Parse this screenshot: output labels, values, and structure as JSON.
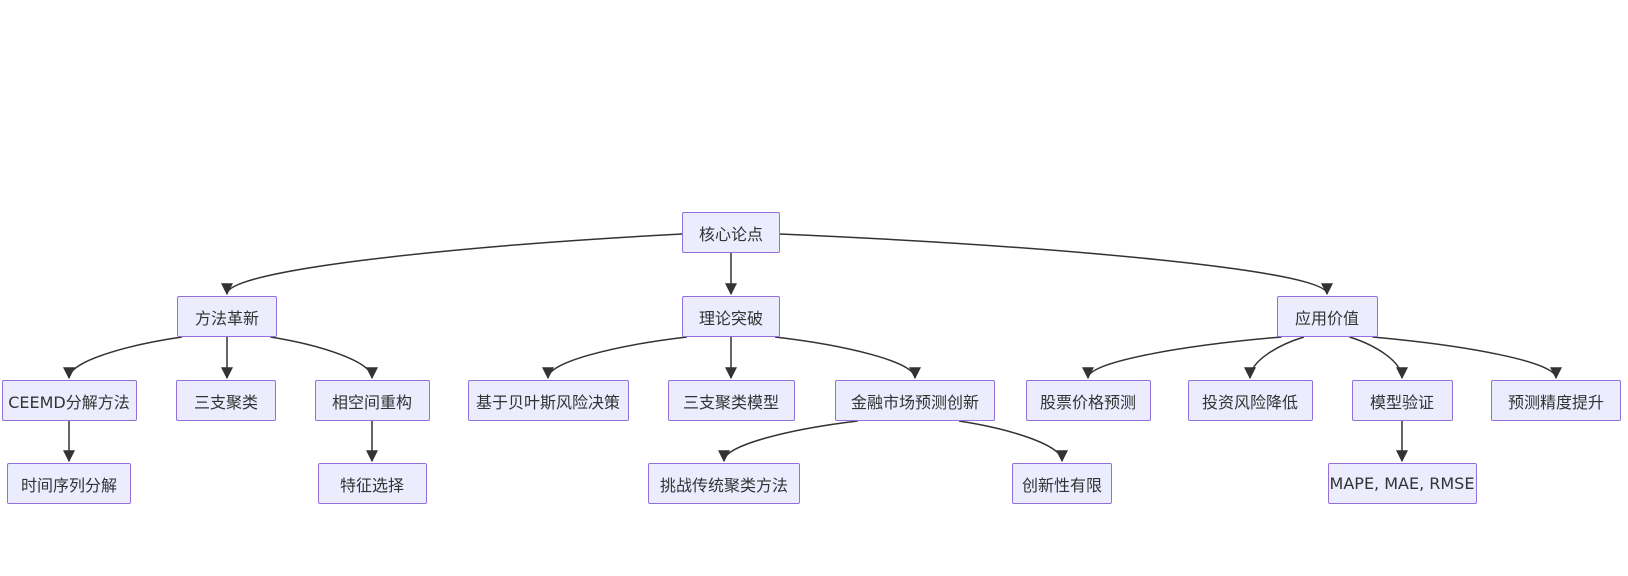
{
  "diagram": {
    "type": "flowchart",
    "direction": "top-down",
    "title": "核心论点",
    "style": {
      "background": "#ffffff",
      "node_fill": "#ECECFF",
      "node_border": "#9370DB",
      "edge_color": "#333333",
      "text_color": "#333333"
    },
    "nodes": [
      {
        "id": "core",
        "label": "核心论点"
      },
      {
        "id": "method",
        "label": "方法革新"
      },
      {
        "id": "theory",
        "label": "理论突破"
      },
      {
        "id": "value",
        "label": "应用价值"
      },
      {
        "id": "ceemd",
        "label": "CEEMD分解方法"
      },
      {
        "id": "three",
        "label": "三支聚类"
      },
      {
        "id": "phase",
        "label": "相空间重构"
      },
      {
        "id": "bayes",
        "label": "基于贝叶斯风险决策"
      },
      {
        "id": "threemodel",
        "label": "三支聚类模型"
      },
      {
        "id": "finance",
        "label": "金融市场预测创新"
      },
      {
        "id": "stock",
        "label": "股票价格预测"
      },
      {
        "id": "invest",
        "label": "投资风险降低"
      },
      {
        "id": "model",
        "label": "模型验证"
      },
      {
        "id": "precision",
        "label": "预测精度提升"
      },
      {
        "id": "timeseries",
        "label": "时间序列分解"
      },
      {
        "id": "feature",
        "label": "特征选择"
      },
      {
        "id": "challenge",
        "label": "挑战传统聚类方法"
      },
      {
        "id": "limited",
        "label": "创新性有限"
      },
      {
        "id": "mape",
        "label": "MAPE, MAE, RMSE"
      }
    ],
    "edges": [
      {
        "from": "core",
        "to": "method"
      },
      {
        "from": "core",
        "to": "theory"
      },
      {
        "from": "core",
        "to": "value"
      },
      {
        "from": "method",
        "to": "ceemd"
      },
      {
        "from": "method",
        "to": "three"
      },
      {
        "from": "method",
        "to": "phase"
      },
      {
        "from": "theory",
        "to": "bayes"
      },
      {
        "from": "theory",
        "to": "threemodel"
      },
      {
        "from": "theory",
        "to": "finance"
      },
      {
        "from": "value",
        "to": "stock"
      },
      {
        "from": "value",
        "to": "invest"
      },
      {
        "from": "value",
        "to": "model"
      },
      {
        "from": "value",
        "to": "precision"
      },
      {
        "from": "ceemd",
        "to": "timeseries"
      },
      {
        "from": "phase",
        "to": "feature"
      },
      {
        "from": "finance",
        "to": "challenge"
      },
      {
        "from": "finance",
        "to": "limited"
      },
      {
        "from": "model",
        "to": "mape"
      }
    ]
  }
}
